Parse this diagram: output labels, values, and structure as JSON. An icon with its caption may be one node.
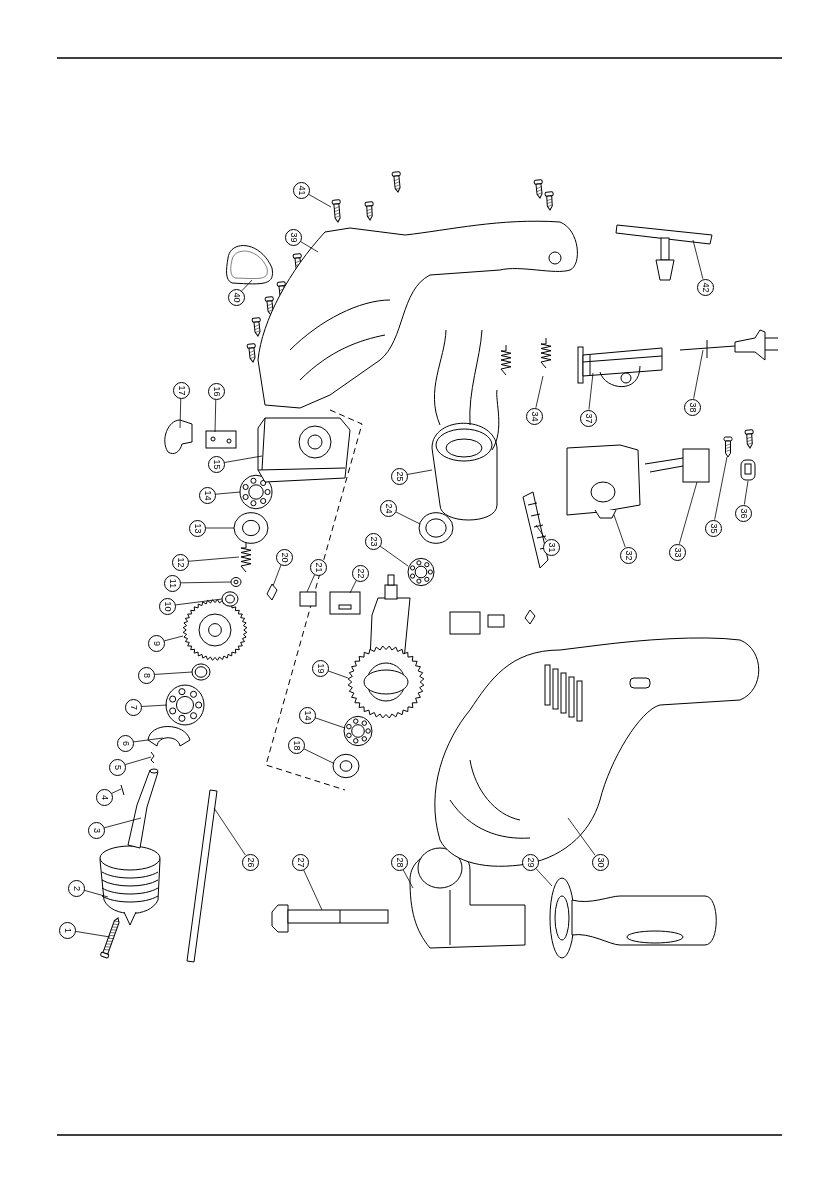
{
  "diagram": {
    "nodes": [
      {
        "text": [
          "1"
        ]
      },
      {
        "text": [
          "2"
        ]
      },
      {
        "text": [
          "3"
        ]
      },
      {
        "text": [
          "4"
        ]
      },
      {
        "text": [
          "5"
        ]
      },
      {
        "text": [
          "6"
        ]
      },
      {
        "text": [
          "7"
        ]
      },
      {
        "text": [
          "8"
        ]
      },
      {
        "text": [
          "9"
        ]
      },
      {
        "text": [
          "10"
        ]
      },
      {
        "text": [
          "11"
        ]
      },
      {
        "text": [
          "12"
        ]
      },
      {
        "text": [
          "13"
        ]
      },
      {
        "text": [
          "14"
        ]
      },
      {
        "text": [
          "15"
        ]
      },
      {
        "text": [
          "16"
        ]
      },
      {
        "text": [
          "17"
        ]
      },
      {
        "text": [
          "14"
        ]
      },
      {
        "text": [
          "18"
        ]
      },
      {
        "text": [
          "19"
        ]
      },
      {
        "text": [
          "20"
        ]
      },
      {
        "text": [
          "21"
        ]
      },
      {
        "text": [
          "22"
        ]
      },
      {
        "text": [
          "23"
        ]
      },
      {
        "text": [
          "24"
        ]
      },
      {
        "text": [
          "25"
        ]
      },
      {
        "text": [
          "26"
        ]
      },
      {
        "text": [
          "27"
        ]
      },
      {
        "text": [
          "28"
        ]
      },
      {
        "text": [
          "29"
        ]
      },
      {
        "text": [
          "30"
        ]
      },
      {
        "text": [
          "31"
        ]
      },
      {
        "text": [
          "32"
        ]
      },
      {
        "text": [
          "33"
        ]
      },
      {
        "text": [
          "34"
        ]
      },
      {
        "text": [
          "35"
        ]
      },
      {
        "text": [
          "36"
        ]
      },
      {
        "text": [
          "37"
        ]
      },
      {
        "text": [
          "38"
        ]
      },
      {
        "text": [
          "39"
        ]
      },
      {
        "text": [
          "40"
        ]
      },
      {
        "text": [
          "41"
        ]
      },
      {
        "text": [
          "42"
        ]
      },
      {
        "text": [],
        "shape": "picture"
      },
      {
        "text": [],
        "shape": "picture"
      },
      {
        "text": [],
        "shape": "picture"
      },
      {
        "text": [],
        "shape": "picture"
      },
      {
        "text": [],
        "shape": "picture"
      },
      {
        "text": [],
        "shape": "picture"
      },
      {
        "text": [],
        "shape": "picture"
      },
      {
        "text": [],
        "shape": "picture"
      },
      {
        "text": [],
        "shape": "picture"
      },
      {
        "text": [],
        "shape": "picture"
      },
      {
        "text": [],
        "shape": "picture"
      },
      {
        "text": [],
        "shape": "picture"
      },
      {
        "text": [],
        "shape": "picture"
      },
      {
        "text": [],
        "shape": "picture"
      },
      {
        "text": [],
        "shape": "picture"
      },
      {
        "text": [],
        "shape": "picture"
      },
      {
        "text": [],
        "shape": "picture"
      },
      {
        "text": [],
        "shape": "picture"
      },
      {
        "text": [],
        "shape": "picture"
      },
      {
        "text": [],
        "shape": "picture"
      },
      {
        "text": [],
        "shape": "picture"
      },
      {
        "text": [],
        "shape": "box"
      },
      {
        "text": [],
        "shape": "picture"
      },
      {
        "text": [],
        "shape": "picture"
      },
      {
        "text": [],
        "shape": "picture"
      },
      {
        "text": [],
        "shape": "picture"
      },
      {
        "text": [],
        "shape": "picture"
      },
      {
        "text": [],
        "shape": "picture"
      },
      {
        "text": [],
        "shape": "picture"
      },
      {
        "text": [],
        "shape": "picture"
      },
      {
        "text": [],
        "shape": "picture"
      },
      {
        "text": [],
        "shape": "picture"
      },
      {
        "text": [],
        "shape": "picture"
      },
      {
        "text": [],
        "shape": "picture"
      },
      {
        "text": [],
        "shape": "picture"
      },
      {
        "text": [],
        "shape": "picture"
      },
      {
        "text": [],
        "shape": "picture"
      },
      {
        "text": [],
        "shape": "picture"
      },
      {
        "text": [],
        "shape": "picture"
      },
      {
        "text": [],
        "shape": "picture"
      },
      {
        "text": [],
        "shape": "picture"
      },
      {
        "text": [],
        "shape": "picture"
      },
      {
        "text": [],
        "shape": "picture"
      }
    ],
    "edges": [
      {
        "from": 0,
        "to": 43,
        "arrow": "none"
      },
      {
        "from": 1,
        "to": 44,
        "arrow": "none"
      },
      {
        "from": 2,
        "to": 45,
        "arrow": "none"
      },
      {
        "from": 3,
        "to": 46,
        "arrow": "none"
      },
      {
        "from": 4,
        "to": 47,
        "arrow": "none"
      },
      {
        "from": 5,
        "to": 48,
        "arrow": "none"
      },
      {
        "from": 6,
        "to": 49,
        "arrow": "none"
      },
      {
        "from": 7,
        "to": 50,
        "arrow": "none"
      },
      {
        "from": 8,
        "to": 51,
        "arrow": "none"
      },
      {
        "from": 9,
        "to": 52,
        "arrow": "none"
      },
      {
        "from": 10,
        "to": 53,
        "arrow": "none"
      },
      {
        "from": 11,
        "to": 54,
        "arrow": "none"
      },
      {
        "from": 12,
        "to": 55,
        "arrow": "none"
      },
      {
        "from": 13,
        "to": 56,
        "arrow": "none"
      },
      {
        "from": 14,
        "to": 57,
        "arrow": "none"
      },
      {
        "from": 15,
        "to": 58,
        "arrow": "none"
      },
      {
        "from": 16,
        "to": 59,
        "arrow": "none"
      },
      {
        "from": 17,
        "to": 60,
        "arrow": "none"
      },
      {
        "from": 18,
        "to": 61,
        "arrow": "none"
      },
      {
        "from": 19,
        "to": 62,
        "arrow": "none"
      },
      {
        "from": 20,
        "to": 63,
        "arrow": "none"
      },
      {
        "from": 21,
        "to": 64,
        "arrow": "none"
      },
      {
        "from": 22,
        "to": 65,
        "arrow": "none"
      },
      {
        "from": 23,
        "to": 66,
        "arrow": "none"
      },
      {
        "from": 24,
        "to": 67,
        "arrow": "none"
      },
      {
        "from": 25,
        "to": 68,
        "arrow": "none"
      },
      {
        "from": 26,
        "to": 69,
        "arrow": "none"
      },
      {
        "from": 27,
        "to": 70,
        "arrow": "none"
      },
      {
        "from": 28,
        "to": 71,
        "arrow": "none"
      },
      {
        "from": 29,
        "to": 72,
        "arrow": "none"
      },
      {
        "from": 30,
        "to": 73,
        "arrow": "none"
      },
      {
        "from": 31,
        "to": 74,
        "arrow": "none"
      },
      {
        "from": 32,
        "to": 75,
        "arrow": "none"
      },
      {
        "from": 33,
        "to": 76,
        "arrow": "none"
      },
      {
        "from": 34,
        "to": 77,
        "arrow": "none"
      },
      {
        "from": 35,
        "to": 78,
        "arrow": "none"
      },
      {
        "from": 36,
        "to": 79,
        "arrow": "none"
      },
      {
        "from": 37,
        "to": 80,
        "arrow": "none"
      },
      {
        "from": 38,
        "to": 81,
        "arrow": "none"
      },
      {
        "from": 39,
        "to": 82,
        "arrow": "none"
      },
      {
        "from": 40,
        "to": 83,
        "arrow": "none"
      },
      {
        "from": 41,
        "to": 84,
        "arrow": "none"
      },
      {
        "from": 42,
        "to": 85,
        "arrow": "none"
      }
    ]
  }
}
